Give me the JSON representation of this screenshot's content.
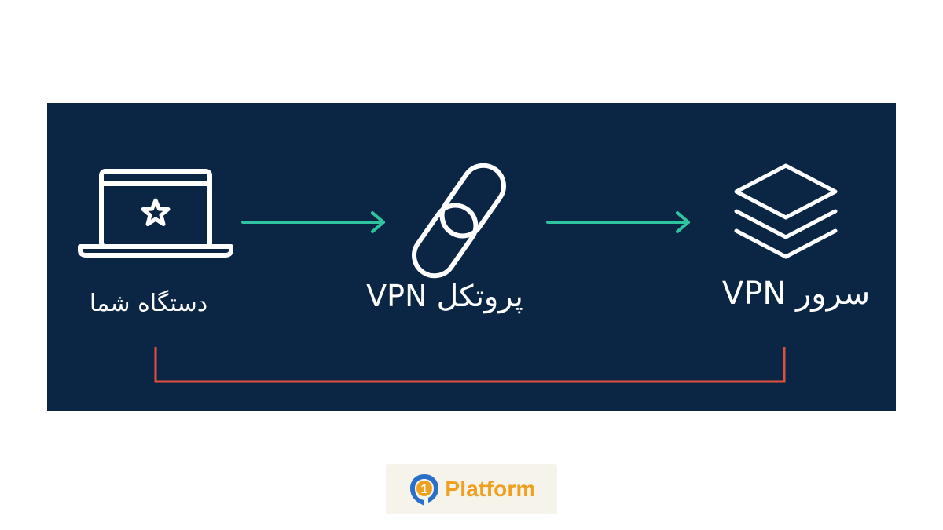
{
  "diagram": {
    "nodes": [
      {
        "id": "device",
        "label": "دستگاه شما",
        "icon": "laptop-star-icon"
      },
      {
        "id": "protocol",
        "label": "VPN پروتکل",
        "icon": "chain-link-icon"
      },
      {
        "id": "server",
        "label": "VPN سرور",
        "icon": "layers-stack-icon"
      }
    ],
    "edges": [
      {
        "from": "device",
        "to": "protocol",
        "color": "#2ec4a0"
      },
      {
        "from": "protocol",
        "to": "server",
        "color": "#2ec4a0"
      }
    ],
    "connector": {
      "from": "device",
      "to": "server",
      "color": "#e0503c"
    }
  },
  "colors": {
    "background": "#0b2645",
    "icon": "#ffffff",
    "arrow": "#2ec4a0",
    "connector": "#e0503c",
    "brand_text": "#f0a020",
    "brand_mark": "#2a6fc9"
  },
  "brand": {
    "digit": "1",
    "name": "Platform"
  }
}
